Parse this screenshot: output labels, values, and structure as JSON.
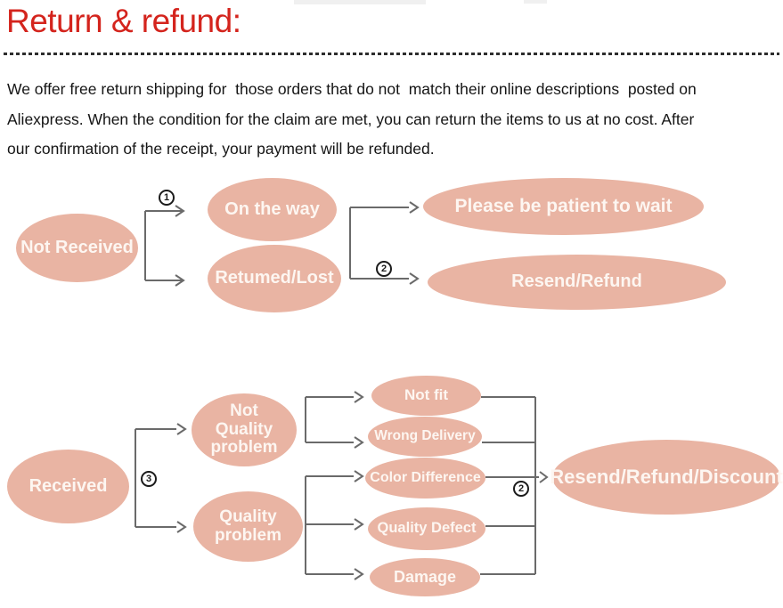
{
  "header": {
    "title": "Return & refund:"
  },
  "intro": {
    "lines": [
      "We offer free return shipping for  those orders that do not  match their online descriptions  posted on",
      "Aliexpress. When the condition for the claim are met, you can return the items to us at no cost. After",
      "our confirmation of the receipt, your payment will be refunded."
    ]
  },
  "flow1": {
    "badges": [
      "1",
      "2"
    ],
    "nodes": {
      "not_received": "Not Received",
      "on_the_way": "On the way",
      "returned_lost": "Retumed/Lost",
      "please_be_patient": "Please be patient to wait",
      "resend_refund": "Resend/Refund"
    }
  },
  "flow2": {
    "badges": [
      "3",
      "2"
    ],
    "nodes": {
      "received": "Received",
      "not_quality_problem": [
        "Not",
        "Quality",
        "problem"
      ],
      "quality_problem": [
        "Quality",
        "problem"
      ],
      "not_fit": "Not fit",
      "wrong_delivery": "Wrong Delivery",
      "color_difference": "Color Difference",
      "quality_defect": "Quality Defect",
      "damage": "Damage",
      "resend_refund_discount": "Resend/Refund/Discount"
    }
  },
  "colors": {
    "heading_red": "#d4241d",
    "ellipse_fill": "#e9b4a3",
    "ellipse_text": "#fdf6f1",
    "connector_gray": "#6a6a6a",
    "body_text": "#151515"
  }
}
